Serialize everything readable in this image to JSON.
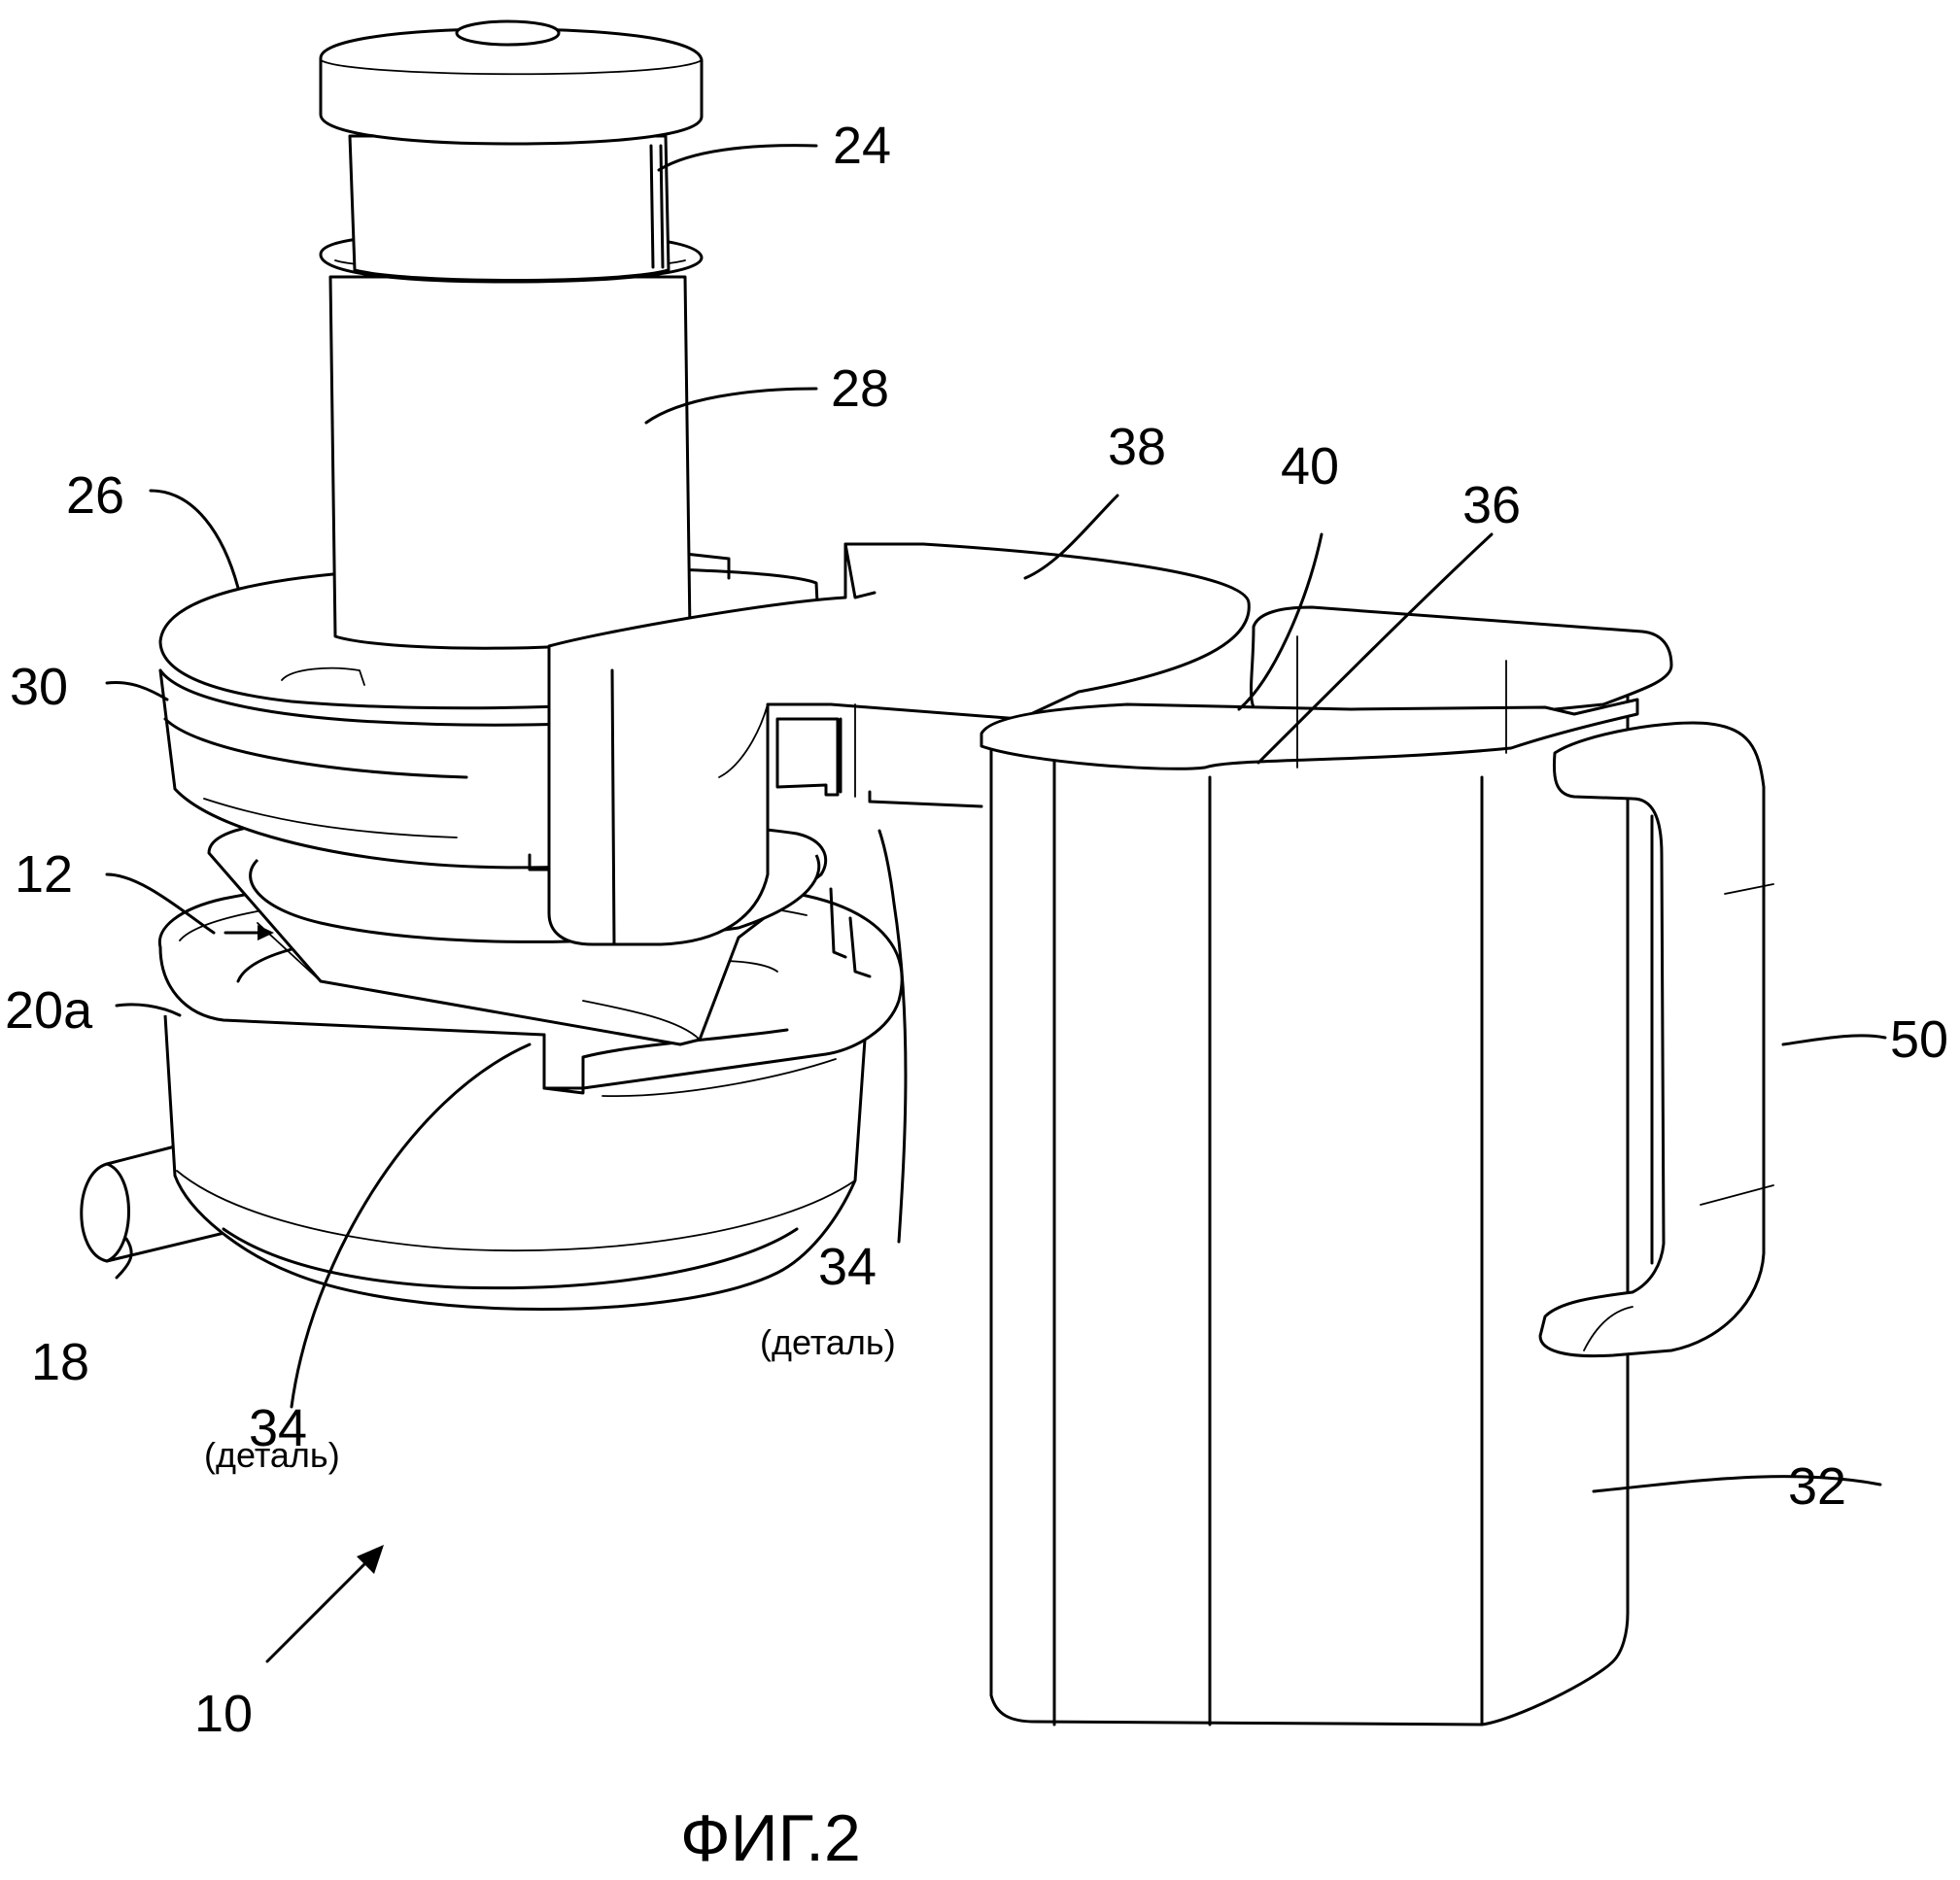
{
  "figure": {
    "caption": "ФИГ.2",
    "labels": {
      "l24": "24",
      "l28": "28",
      "l26": "26",
      "l30": "30",
      "l38": "38",
      "l40": "40",
      "l36": "36",
      "l12": "12",
      "l20a": "20a",
      "l50": "50",
      "l34a": "34",
      "l34a_note": "(деталь)",
      "l34b": "34",
      "l34b_note": "(деталь)",
      "l18": "18",
      "l32": "32",
      "l10": "10"
    }
  }
}
